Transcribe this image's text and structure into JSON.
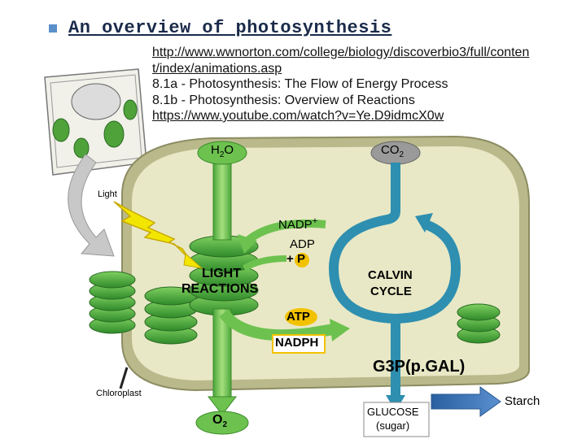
{
  "slide": {
    "title": "An overview of photosynthesis",
    "links": [
      {
        "text": "http://www.wwnorton.com/college/biology/discoverbio3/full/conten",
        "link": true
      },
      {
        "text": "t/index/animations.asp",
        "link": true
      },
      {
        "text": "8.1a - Photosynthesis: The Flow of Energy Process",
        "link": false
      },
      {
        "text": "8.1b - Photosynthesis: Overview of Reactions",
        "link": false
      },
      {
        "text": "https://www.youtube.com/watch?v=Ye.D9idmcX0w",
        "link": true
      }
    ]
  },
  "diagram": {
    "h2o": "H",
    "h2o_sub": "2",
    "h2o_end": "O",
    "co2": "CO",
    "co2_sub": "2",
    "light": "Light",
    "nadp": "NADP",
    "nadp_sup": "+",
    "adp": "ADP",
    "plus_p_plus": "+",
    "plus_p": "P",
    "light_reactions_1": "LIGHT",
    "light_reactions_2": "REACTIONS",
    "calvin_1": "CALVIN",
    "calvin_2": "CYCLE",
    "atp": "ATP",
    "nadph": "NADPH",
    "g3p": "G3P(p.GAL)",
    "chloroplast": "Chloroplast",
    "o2": "O",
    "o2_sub": "2",
    "glucose_1": "GLUCOSE",
    "glucose_2": "(sugar)",
    "starch": "Starch"
  },
  "colors": {
    "stroma": "#e6e6c2",
    "membrane": "#a0a076",
    "thylakoid": "#4fb53f",
    "thylakoid_dark": "#2e7d2a",
    "arrow_green": "#6dc24f",
    "arrow_blue": "#2e8fb0",
    "atp_fill": "#f2c200",
    "starch_arrow": "#3a6fb0"
  }
}
